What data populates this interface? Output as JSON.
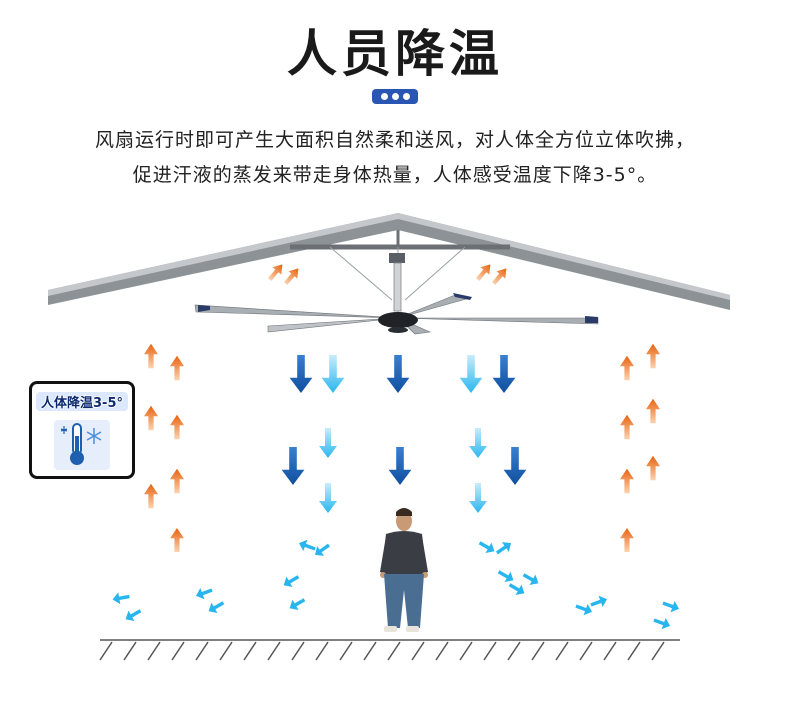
{
  "title": "人员降温",
  "description": {
    "line1": "风扇运行时即可产生大面积自然柔和送风，对人体全方位立体吹拂，",
    "line2": "促进汗液的蒸发来带走身体热量，人体感受温度下降3-5°。"
  },
  "badge": {
    "label": "人体降温3-5°",
    "icon": "thermometer-snowflake-icon"
  },
  "colors": {
    "accent": "#2a56b3",
    "cool_arrow_dark": "#1f5fb0",
    "cool_arrow_light": "#29b6ef",
    "warm_arrow": "#f07a2a"
  }
}
